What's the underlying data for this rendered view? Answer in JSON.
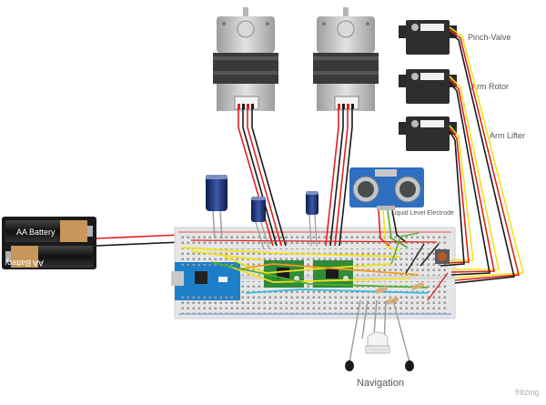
{
  "battery": {
    "cell1_label": "AA Battery",
    "cell2_label": "AA Battery"
  },
  "servos": {
    "pinch_valve_label": "Pinch-Valve",
    "arm_rotor_label": "Arm Rotor",
    "arm_lifter_label": "Arm Lifter"
  },
  "sensor": {
    "electrode_label": "Liquid Level Electrode"
  },
  "navigation": {
    "label": "Navigation"
  },
  "watermark": "fritzing",
  "colors": {
    "wire_red": "#e02020",
    "wire_black": "#1a1a1a",
    "wire_yellow": "#f2e218",
    "wire_orange": "#f39b1c",
    "wire_green": "#4caf2a",
    "wire_cyan": "#3ab8e0",
    "breadboard": "#e6e6e6",
    "arduino_blue": "#1e7fc9",
    "driver_green": "#2e8b3a",
    "sonar_blue": "#2f6fc0",
    "motor_metal": "#c8c8c8",
    "capacitor_blue": "#1c2f6e"
  }
}
